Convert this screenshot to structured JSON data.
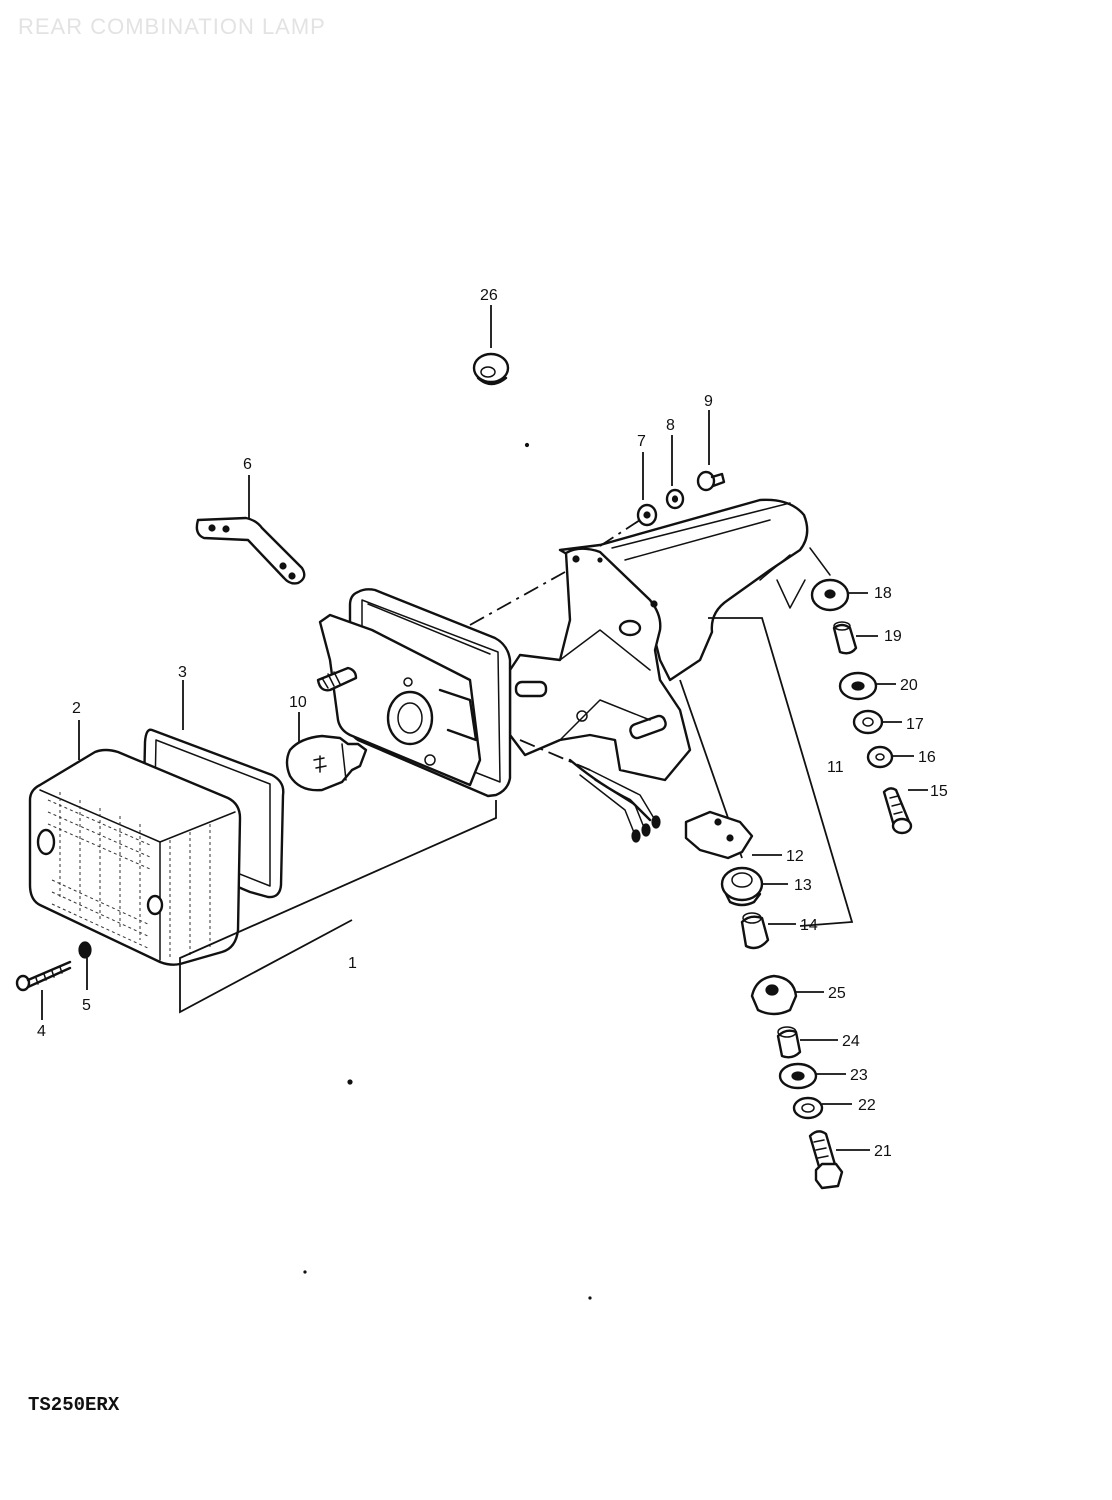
{
  "diagram": {
    "title": "REAR COMBINATION LAMP",
    "model_code": "TS250ERX",
    "callouts": [
      "26",
      "6",
      "7",
      "8",
      "9",
      "18",
      "19",
      "20",
      "17",
      "16",
      "15",
      "11",
      "12",
      "13",
      "14",
      "10",
      "3",
      "2",
      "1",
      "4",
      "5",
      "25",
      "24",
      "23",
      "22",
      "21"
    ]
  }
}
